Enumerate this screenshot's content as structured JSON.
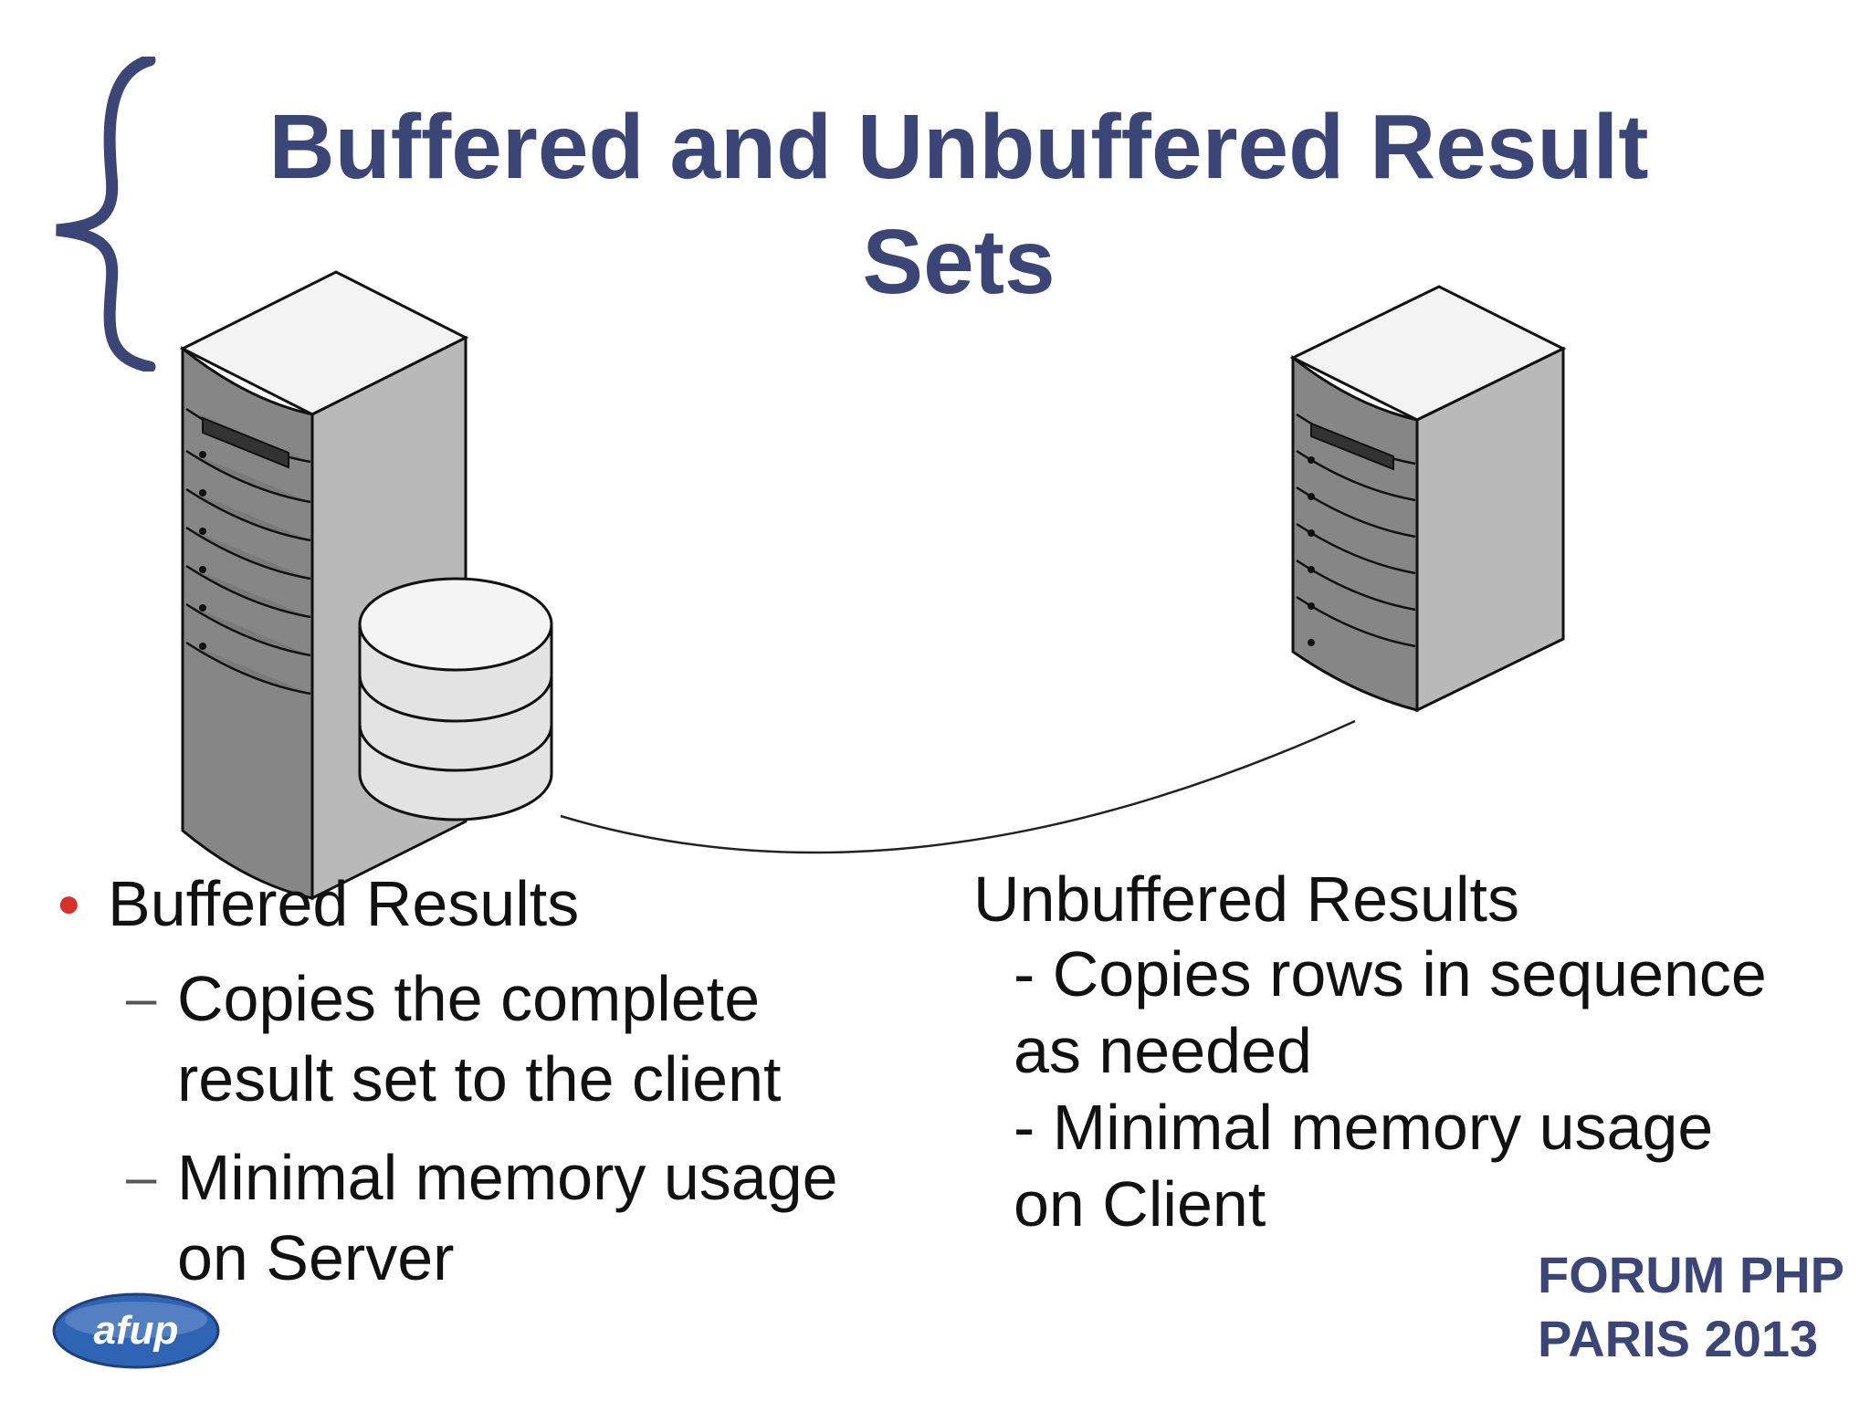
{
  "slide": {
    "title_line1": "Buffered and Unbuffered Result",
    "title_line2": "Sets"
  },
  "left": {
    "heading": "Buffered Results",
    "items": [
      {
        "line1": "Copies the complete",
        "line2": "result set to the client"
      },
      {
        "line1": "Minimal memory usage",
        "line2": "on Server"
      }
    ]
  },
  "right": {
    "heading": "Unbuffered Results",
    "lines": [
      "- Copies rows in sequence",
      "as needed",
      "- Minimal memory usage",
      "on Client"
    ]
  },
  "footer": {
    "event_line1": "FORUM PHP",
    "event_line2": "PARIS 2013",
    "logo_text": "afup"
  },
  "colors": {
    "title": "#3b4677",
    "bullet": "#d6312b",
    "logo_blue": "#2f64b5"
  },
  "icons": [
    "curly-brace-icon",
    "server-icon",
    "database-icon",
    "connection-line"
  ]
}
